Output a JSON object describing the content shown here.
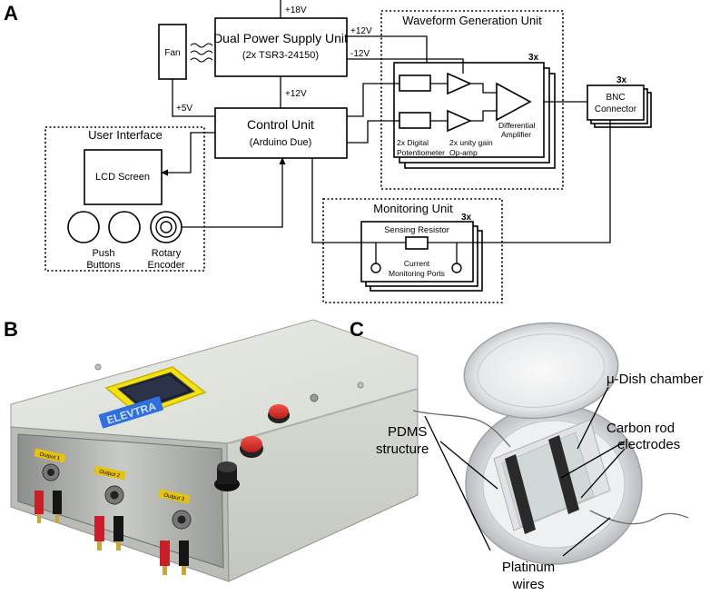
{
  "panels": {
    "a": "A",
    "b": "B",
    "c": "C"
  },
  "diagram": {
    "fan": "Fan",
    "psu_title": "Dual Power Supply Unit",
    "psu_model": "(2x TSR3-24150)",
    "v_in": "+18V",
    "v_plus12_psu": "+12V",
    "v_minus12_psu": "-12V",
    "v_plus12_ctrl": "+12V",
    "v_plus5": "+5V",
    "control_title": "Control Unit",
    "control_sub": "(Arduino Due)",
    "ui_title": "User Interface",
    "lcd": "LCD Screen",
    "push_1": "Push",
    "push_2": "Buttons",
    "rotary_1": "Rotary",
    "rotary_2": "Encoder",
    "wgu_title": "Waveform Generation Unit",
    "mult": "3x",
    "pot_1": "2x Digital",
    "pot_2": "Potentiometer",
    "opamp_1": "2x unity gain",
    "opamp_2": "Op-amp",
    "diff_1": "Differential",
    "diff_2": "Amplifier",
    "bnc_1": "BNC",
    "bnc_2": "Connector",
    "mon_title": "Monitoring Unit",
    "sense": "Sensing Resistor",
    "cur_1": "Current",
    "cur_2": "Monitoring Ports"
  },
  "photo_b": {
    "logo": "ELEVTRA",
    "out1": "Output 1",
    "out2": "Output 2",
    "out3": "Output 3"
  },
  "photo_c": {
    "dish": "μ-Dish chamber",
    "carbon_1": "Carbon rod",
    "carbon_2": "electrodes",
    "pdms_1": "PDMS",
    "pdms_2": "structure",
    "plat_1": "Platinum",
    "plat_2": "wires"
  }
}
